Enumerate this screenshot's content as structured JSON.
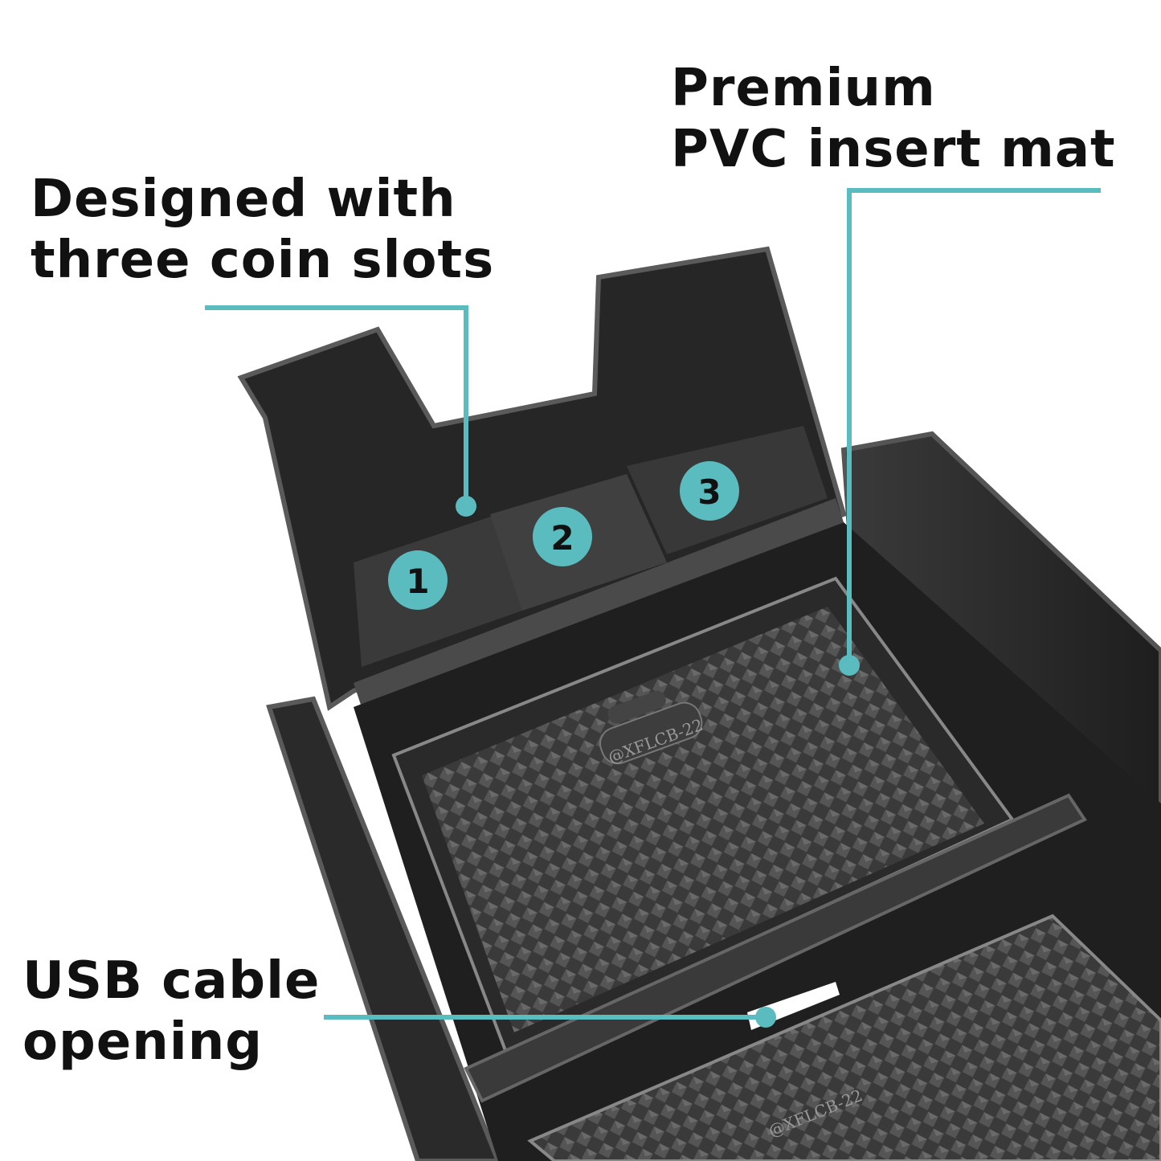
{
  "colors": {
    "accent": "#5bbcbf",
    "product": "#2b2b2b"
  },
  "callouts": {
    "pvc": {
      "line1": "Premium",
      "line2": "PVC insert mat"
    },
    "coin": {
      "line1": "Designed with",
      "line2": "three coin slots"
    },
    "usb": {
      "line1": "USB cable",
      "line2": "opening"
    }
  },
  "slots": [
    "1",
    "2",
    "3"
  ],
  "mat_marking": "@XFLCB-22"
}
